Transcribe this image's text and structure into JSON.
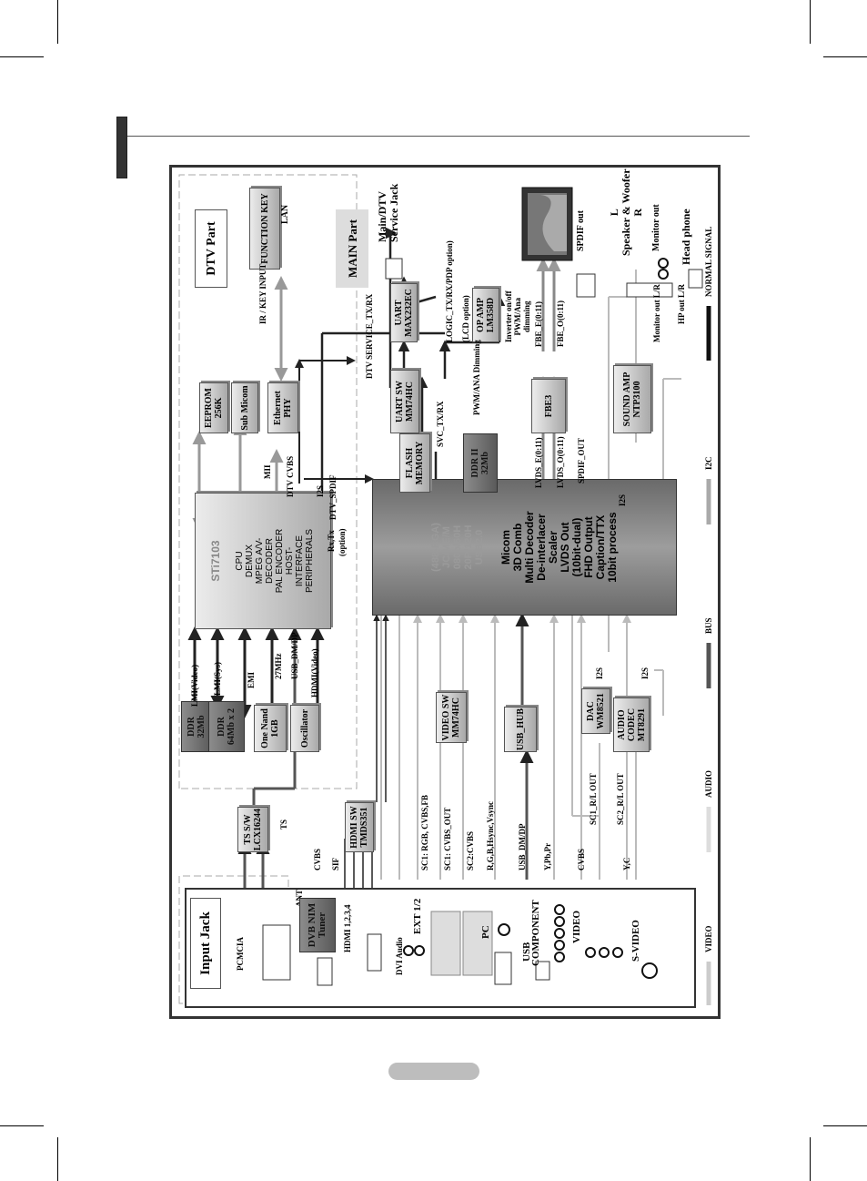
{
  "diagram": {
    "panels": {
      "dtv_part": "DTV Part",
      "main_part": "MAIN Part",
      "input_jack": "Input Jack"
    },
    "blocks": {
      "sti7103_title": "STi7103",
      "sti7103_functions": "CPU\nDEMUX\nMPEG A/V-\nDECODER\nPAL ENCODER\nHOST-\nINTERFACE\nPERIPHERALS",
      "main_chip_features": "Micom\n3D Comb\nMulti Decoder\nDe-interlacer\nScaler\nLVDS Out\n(10bit-dual)\nFHD Output\nCaption/TTX\n10bit process",
      "main_chip_faint": "(488-BGA)\nJC/ME/M\n080p/60H\n20P/120H\nUSB2.0",
      "eeprom": "EEPROM\n256K",
      "sub_micom": "Sub Micom",
      "ethernet_phy": "Ethernet\nPHY",
      "function_key": "FUNCTION KEY",
      "ddr_32mb_top": "DDR\n32Mb",
      "ddr_64mb": "DDR\n64Mb x 2",
      "one_nand": "One Nand\n1GB",
      "oscillator": "Oscillator",
      "ts_sw": "TS S/W\nLCX16244",
      "hdmi_sw": "HDMI SW\nTMDS351",
      "video_sw": "VIDEO SW\nMM74HC",
      "usb_hub": "USB_HUB",
      "dac": "DAC\nWM8521",
      "audio_codec": "AUDIO\nCODEC\nMT8291",
      "flash_memory": "FLASH\nMEMORY",
      "ddr_ii": "DDR II\n32Mb",
      "uart_sw": "UART SW\nMM74HC",
      "uart_max": "UART\nMAX232EC",
      "op_amp": "OP AMP\nLM358D",
      "fbe3": "FBE3",
      "sound_amp": "SOUND AMP\nNTP3100"
    },
    "labels": {
      "lmi_video": "LMI(Video)",
      "lmi_sys": "LMI(Sys)",
      "emi": "EMI",
      "osc_27mhz": "27MHz",
      "usb_dm_dp_top": "USB_DM/DP",
      "hdmi_video": "HDMI(Video)",
      "ts": "TS",
      "mii": "MII",
      "dtv_cvbs": "DTV CVBS",
      "i2s_top": "I2S",
      "dtv_spdif": "DTV_SPDIF",
      "rx_tx": "Rx,Tx",
      "option": "(option)",
      "ir_key_input": "IR / KEY INPUT",
      "lan": "LAN",
      "dtv_service": "DTV SERVICE_TX/RX",
      "svc_tx_rx": "SVC_TX/RX",
      "logic_tx_rx": "LOGIC_TX/RX/PDP option)",
      "lcd_option": "(LCD option)",
      "pwm_ana": "PWM/ANA Dimming",
      "inverter": "Inverter on/off\nPWM/Ana\ndimming",
      "fbe_e": "FBE_E(0:11)",
      "fbe_o": "FBE_O(0:11)",
      "lvds_e": "LVDS_E(0:11)",
      "lvds_o": "LVDS_O(0:11)",
      "spdif_out_line": "SPDIF_OUT",
      "i2s_mid": "I2S",
      "i2s_dac": "I2S",
      "i2s_codec": "I2S",
      "monitor_out_lr": "Monitor out L/R",
      "hp_out_lr": "HP out L/R",
      "cvbs_tuner": "CVBS",
      "sif": "SIF",
      "sc1_rgb": "SC1: RGB, CVBS,FB",
      "sc1_cvbs_out": "SC1: CVBS_OUT",
      "sc2_cvbs": "SC2:CVBS",
      "rgb_hsync": "R,G,B,Hsync,Vsync",
      "usb_dm_dp_bottom": "USB_DM/DP",
      "ypbpr": "Y,Pb,Pr",
      "cvbs_video": "CVBS",
      "yc": "Y,C",
      "sc1_rl_out": "SC1_R/L OUT",
      "sc2_rl_out": "SC2_R/L OUT",
      "main_dtv_service_jack": "Main/DTV\nService Jack",
      "spdif_out": "SPDIF out",
      "speaker": "L\nSpeaker & Woofer\nR",
      "monitor_out": "Monitor out",
      "head_phone": "Head phone"
    },
    "inputs": {
      "pcmcia": "PCMCIA",
      "ant": "ANT",
      "tuner": "DVB NIM\nTuner",
      "hdmi": "HDMI 1,2,3,4",
      "dvi_audio": "DVI Audio",
      "ext": "EXT 1/2",
      "pc": "PC",
      "usb": "USB",
      "component": "COMPONENT",
      "video": "VIDEO",
      "s_video": "S-VIDEO"
    },
    "legend": {
      "video": "VIDEO",
      "audio": "AUDIO",
      "bus": "BUS",
      "i2c": "I2C",
      "normal": "NORMAL SIGNAL"
    }
  }
}
